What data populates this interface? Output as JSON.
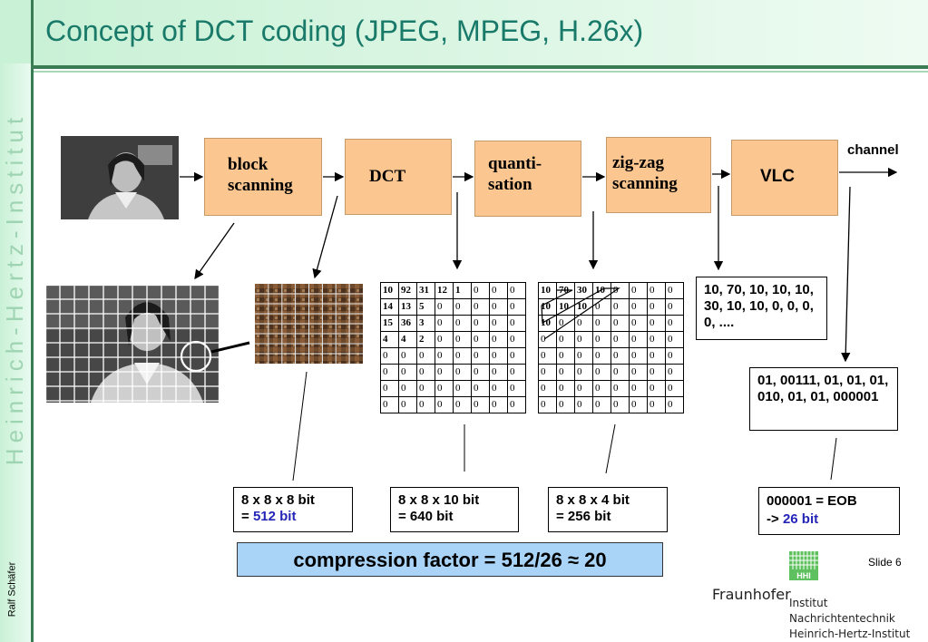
{
  "slide": {
    "title": "Concept of DCT coding (JPEG, MPEG, H.26x)",
    "side_text": "Heinrich-Hertz-Institut",
    "author": "Ralf Schäfer",
    "slide_number": "Slide 6"
  },
  "pipeline": {
    "block_scanning": "block\nscanning",
    "dct": "DCT",
    "quantisation": "quanti-\nsation",
    "zigzag": "zig-zag\nscanning",
    "vlc": "VLC",
    "channel": "channel"
  },
  "matrices": {
    "quantized": [
      [
        "10",
        "92",
        "31",
        "12",
        "1",
        "0",
        "0",
        "0"
      ],
      [
        "14",
        "13",
        "5",
        "0",
        "0",
        "0",
        "0",
        "0"
      ],
      [
        "15",
        "36",
        "3",
        "0",
        "0",
        "0",
        "0",
        "0"
      ],
      [
        "4",
        "4",
        "2",
        "0",
        "0",
        "0",
        "0",
        "0"
      ],
      [
        "0",
        "0",
        "0",
        "0",
        "0",
        "0",
        "0",
        "0"
      ],
      [
        "0",
        "0",
        "0",
        "0",
        "0",
        "0",
        "0",
        "0"
      ],
      [
        "0",
        "0",
        "0",
        "0",
        "0",
        "0",
        "0",
        "0"
      ],
      [
        "0",
        "0",
        "0",
        "0",
        "0",
        "0",
        "0",
        "0"
      ]
    ],
    "zigzag": [
      [
        "10",
        "70",
        "30",
        "10",
        "0",
        "0",
        "0",
        "0"
      ],
      [
        "10",
        "10",
        "10",
        "0",
        "0",
        "0",
        "0",
        "0"
      ],
      [
        "10",
        "0",
        "0",
        "0",
        "0",
        "0",
        "0",
        "0"
      ],
      [
        "0",
        "0",
        "0",
        "0",
        "0",
        "0",
        "0",
        "0"
      ],
      [
        "0",
        "0",
        "0",
        "0",
        "0",
        "0",
        "0",
        "0"
      ],
      [
        "0",
        "0",
        "0",
        "0",
        "0",
        "0",
        "0",
        "0"
      ],
      [
        "0",
        "0",
        "0",
        "0",
        "0",
        "0",
        "0",
        "0"
      ],
      [
        "0",
        "0",
        "0",
        "0",
        "0",
        "0",
        "0",
        "0"
      ]
    ]
  },
  "outputs": {
    "sequence": "10, 70, 10, 10, 10, 30, 10, 10, 0, 0, 0, 0, ....",
    "codes": "01, 00111, 01, 01, 01, 010, 01, 01, 000001"
  },
  "bit_boxes": {
    "b1_line1": "8 x 8 x 8 bit",
    "b1_line2_prefix": "= ",
    "b1_line2_value": "512 bit",
    "b2_line1": "8 x 8 x 10 bit",
    "b2_line2": "= 640 bit",
    "b3_line1": "8 x 8 x 4 bit",
    "b3_line2": "= 256 bit",
    "b4_line1": "000001 = EOB",
    "b4_line2_prefix": "-> ",
    "b4_line2_value": "26 bit"
  },
  "compression": "compression factor = 512/26 ≈ 20",
  "logo": {
    "brand": "Fraunhofer",
    "badge": "HHI",
    "line1": "Institut",
    "line2": "Nachrichtentechnik",
    "line3": "Heinrich-Hertz-Institut"
  },
  "colors": {
    "box_fill": "#fbc690",
    "compression_fill": "#a9d4f8",
    "accent_blue": "#2424b8",
    "title": "#1a7a6a"
  }
}
